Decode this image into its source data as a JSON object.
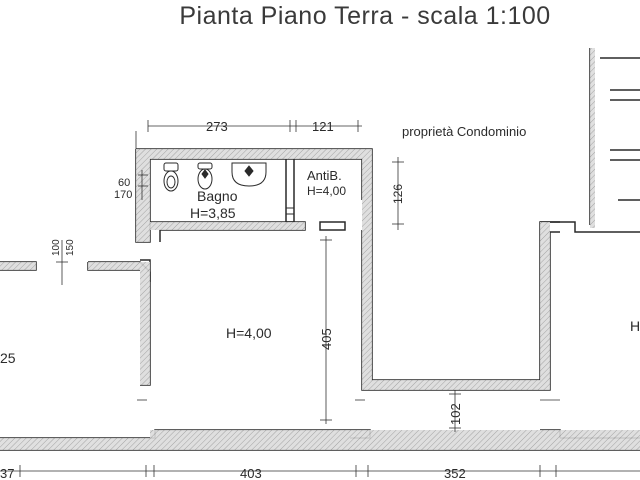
{
  "title": "Pianta Piano Terra - scala 1:100",
  "labels": {
    "owner": "proprietà Condominio",
    "bathroom_name": "Bagno",
    "bathroom_height": "H=3,85",
    "antibagno_name": "AntiB.",
    "antibagno_height": "H=4,00",
    "main_room_height": "H=4,00",
    "left_room_partial": "25",
    "right_room_partial": "H"
  },
  "dimensions": {
    "top_273": "273",
    "top_121": "121",
    "side_60": "60",
    "side_170": "170",
    "vert_126": "126",
    "vert_100": "100",
    "vert_150": "150",
    "vert_405": "405",
    "vert_102": "102",
    "bottom_37": "37",
    "bottom_403": "403",
    "bottom_352": "352"
  },
  "colors": {
    "wall": "#2a2a2a",
    "hatch": "#bdbdbd",
    "line": "#333333"
  }
}
